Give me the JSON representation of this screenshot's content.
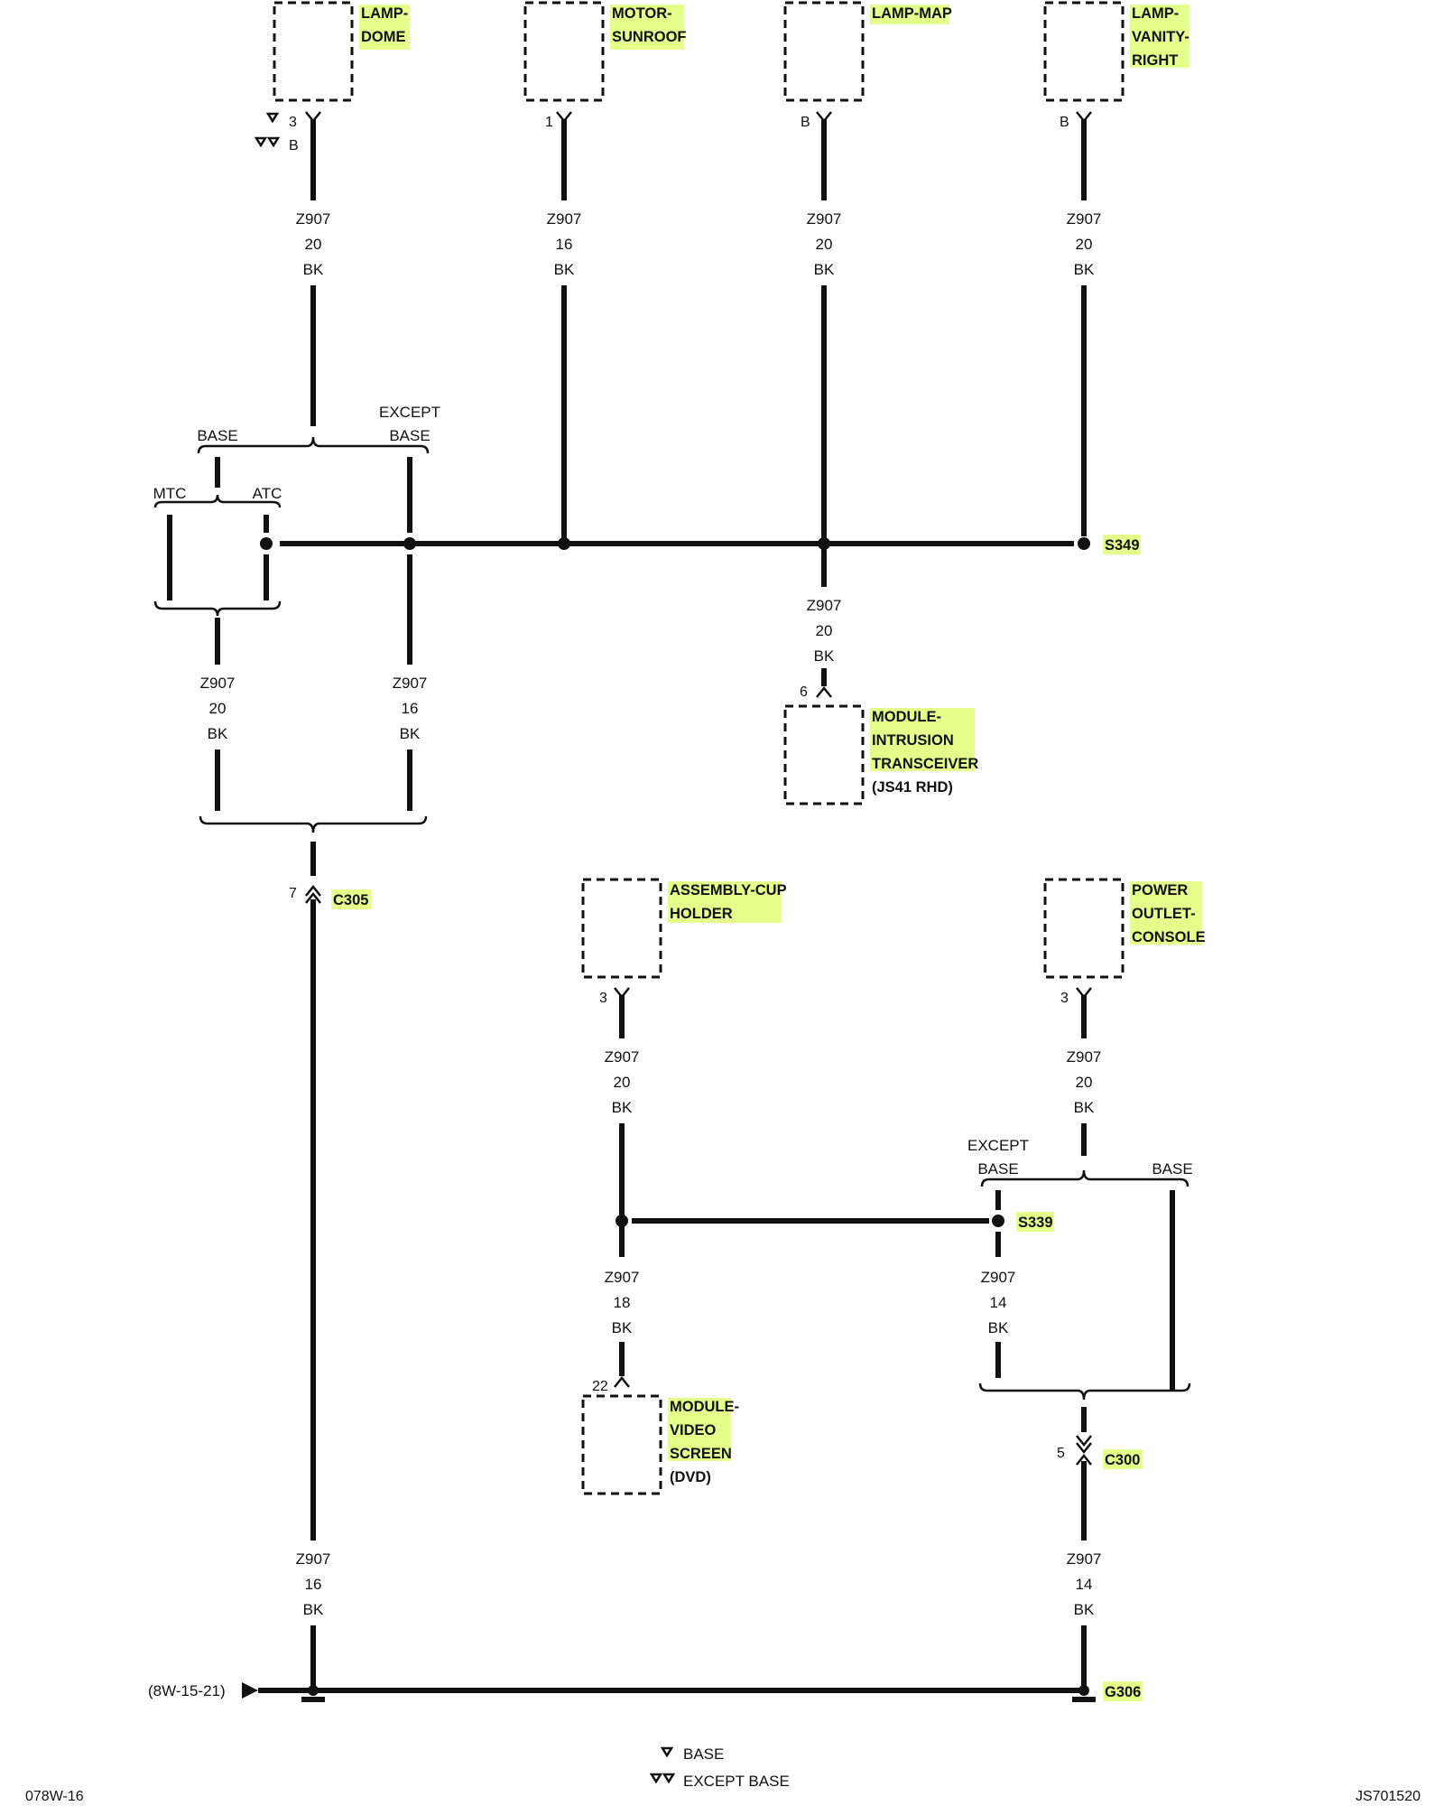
{
  "colors": {
    "highlight": "#e6ff8a",
    "ink": "#111111"
  },
  "components": {
    "lamp_dome": [
      "LAMP-",
      "DOME"
    ],
    "motor_sunroof": [
      "MOTOR-",
      "SUNROOF"
    ],
    "lamp_map": [
      "LAMP-MAP"
    ],
    "lamp_vanity_right": [
      "LAMP-",
      "VANITY-",
      "RIGHT"
    ],
    "module_intrusion": [
      "MODULE-",
      "INTRUSION",
      "TRANSCEIVER"
    ],
    "module_intrusion_note": "(JS41 RHD)",
    "cup_holder": [
      "ASSEMBLY-CUP",
      "HOLDER"
    ],
    "power_outlet": [
      "POWER",
      "OUTLET-",
      "CONSOLE"
    ],
    "video_screen": [
      "MODULE-",
      "VIDEO",
      "SCREEN"
    ],
    "video_screen_note": "(DVD)"
  },
  "pins": {
    "lamp_dome_base": "3",
    "lamp_dome_except": "B",
    "motor_sunroof": "1",
    "lamp_map": "B",
    "lamp_vanity": "B",
    "intrusion": "6",
    "c305": "7",
    "cup_holder": "3",
    "power_outlet": "3",
    "video": "22",
    "c300": "5"
  },
  "wires": {
    "w_dome": [
      "Z907",
      "20",
      "BK"
    ],
    "w_sunroof": [
      "Z907",
      "16",
      "BK"
    ],
    "w_map": [
      "Z907",
      "20",
      "BK"
    ],
    "w_vanity": [
      "Z907",
      "20",
      "BK"
    ],
    "w_intrusion": [
      "Z907",
      "20",
      "BK"
    ],
    "w_mtc_atc": [
      "Z907",
      "20",
      "BK"
    ],
    "w_except": [
      "Z907",
      "16",
      "BK"
    ],
    "w_cup": [
      "Z907",
      "20",
      "BK"
    ],
    "w_outlet": [
      "Z907",
      "20",
      "BK"
    ],
    "w_video": [
      "Z907",
      "18",
      "BK"
    ],
    "w_s339": [
      "Z907",
      "14",
      "BK"
    ],
    "w_c305_down": [
      "Z907",
      "16",
      "BK"
    ],
    "w_c300_down": [
      "Z907",
      "14",
      "BK"
    ]
  },
  "options": {
    "base": "BASE",
    "except": "EXCEPT",
    "except_base": "BASE",
    "mtc": "MTC",
    "atc": "ATC",
    "except2": "EXCEPT",
    "except2_base": "BASE",
    "base2": "BASE"
  },
  "splices": {
    "s349": "S349",
    "s339": "S339"
  },
  "connectors": {
    "c305": "C305",
    "c300": "C300"
  },
  "ground": {
    "g306": "G306",
    "ref": "(8W-15-21)"
  },
  "legend": {
    "base": "BASE",
    "except_base": "EXCEPT BASE"
  },
  "footer": {
    "left": "078W-16",
    "right": "JS701520"
  }
}
